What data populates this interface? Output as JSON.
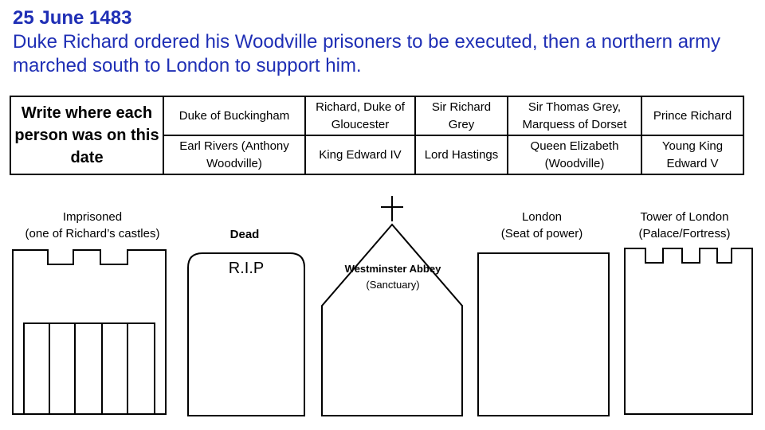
{
  "header": {
    "date": "25 June 1483",
    "subtitle": "Duke Richard ordered his Woodville prisoners to be executed, then a northern army marched south to London to support him."
  },
  "table": {
    "prompt": "Write where each person was on this date",
    "row1": [
      "Duke of Buckingham",
      "Richard, Duke of Gloucester",
      "Sir Richard Grey",
      "Sir Thomas Grey, Marquess of Dorset",
      "Prince Richard"
    ],
    "row2": [
      "Earl Rivers (Anthony Woodville)",
      "King Edward IV",
      "Lord Hastings",
      "Queen Elizabeth (Woodville)",
      "Young King Edward V"
    ]
  },
  "places": {
    "imprisoned": {
      "title": "Imprisoned",
      "detail": "(one of Richard’s castles)"
    },
    "dead": {
      "title": "Dead",
      "inscription": "R.I.P"
    },
    "abbey": {
      "title": "Westminster Abbey",
      "detail": "(Sanctuary)"
    },
    "london": {
      "title": "London",
      "detail": "(Seat of power)"
    },
    "tower": {
      "title": "Tower of London",
      "detail": "(Palace/Fortress)"
    }
  }
}
